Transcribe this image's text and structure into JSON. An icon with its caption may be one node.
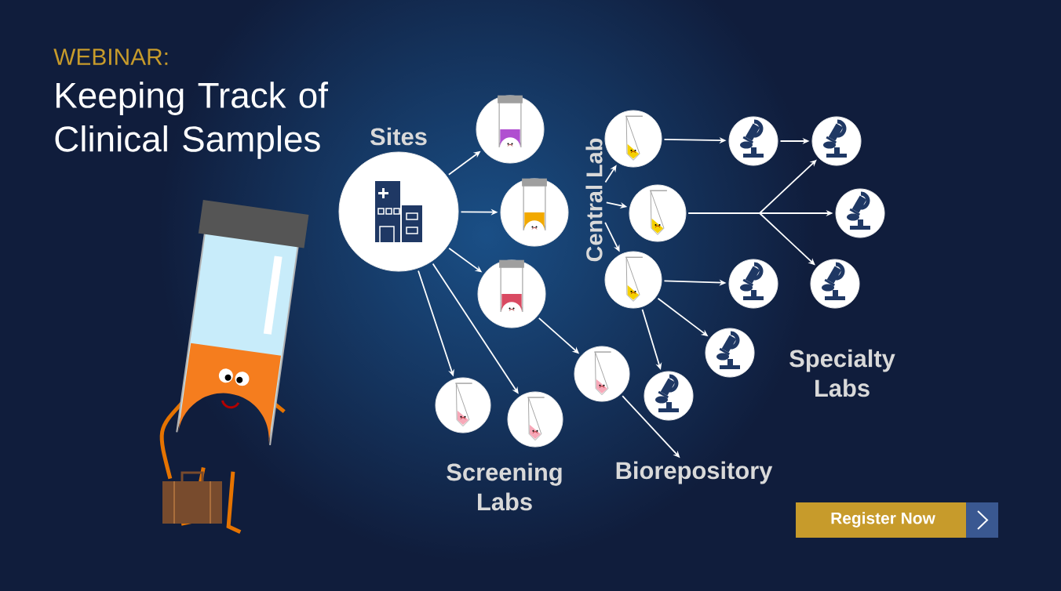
{
  "diagram": {
    "title": "Keeping Track of Clinical Samples",
    "nodes": [
      {
        "text": [
          "Sites"
        ]
      },
      {
        "text": [],
        "shape": "circle"
      },
      {
        "text": [],
        "shape": "circle"
      },
      {
        "text": [],
        "shape": "circle"
      },
      {
        "text": [],
        "shape": "circle"
      },
      {
        "text": [],
        "shape": "circle"
      },
      {
        "text": [],
        "shape": "circle"
      },
      {
        "text": [],
        "shape": "circle"
      },
      {
        "text": [],
        "shape": "circle"
      },
      {
        "text": [],
        "shape": "circle"
      },
      {
        "text": [],
        "shape": "circle"
      },
      {
        "text": [],
        "shape": "circle"
      },
      {
        "text": [],
        "shape": "circle"
      },
      {
        "text": [],
        "shape": "circle"
      },
      {
        "text": [],
        "shape": "circle"
      },
      {
        "text": [],
        "shape": "circle"
      },
      {
        "text": [],
        "shape": "circle"
      },
      {
        "text": [
          "Biorepository"
        ]
      },
      {
        "text": [
          "Central Lab"
        ]
      }
    ],
    "edges": [
      {
        "from": 0,
        "to": 1,
        "arrow": "to"
      },
      {
        "from": 0,
        "to": 2,
        "arrow": "to"
      },
      {
        "from": 0,
        "to": 3,
        "arrow": "to"
      },
      {
        "from": 0,
        "to": 15,
        "arrow": "to"
      },
      {
        "from": 0,
        "to": 16,
        "arrow": "to"
      },
      {
        "from": 3,
        "to": 14,
        "arrow": "to"
      },
      {
        "from": 14,
        "to": 17,
        "arrow": "to"
      },
      {
        "from": 18,
        "to": 4,
        "arrow": "to"
      },
      {
        "from": 18,
        "to": 5,
        "arrow": "to"
      },
      {
        "from": 18,
        "to": 6,
        "arrow": "to"
      },
      {
        "from": 4,
        "to": 7,
        "arrow": "to"
      },
      {
        "from": 7,
        "to": 8,
        "arrow": "to"
      },
      {
        "from": 5,
        "to": 8,
        "arrow": "to"
      },
      {
        "from": 5,
        "to": 9,
        "arrow": "to"
      },
      {
        "from": 5,
        "to": 10,
        "arrow": "to"
      },
      {
        "from": 6,
        "to": 11,
        "arrow": "to"
      },
      {
        "from": 6,
        "to": 12,
        "arrow": "to"
      },
      {
        "from": 6,
        "to": 13,
        "arrow": "to"
      }
    ],
    "labels": [
      "WEBINAR:",
      "Screening Labs",
      "Specialty Labs",
      "Register Now"
    ]
  }
}
